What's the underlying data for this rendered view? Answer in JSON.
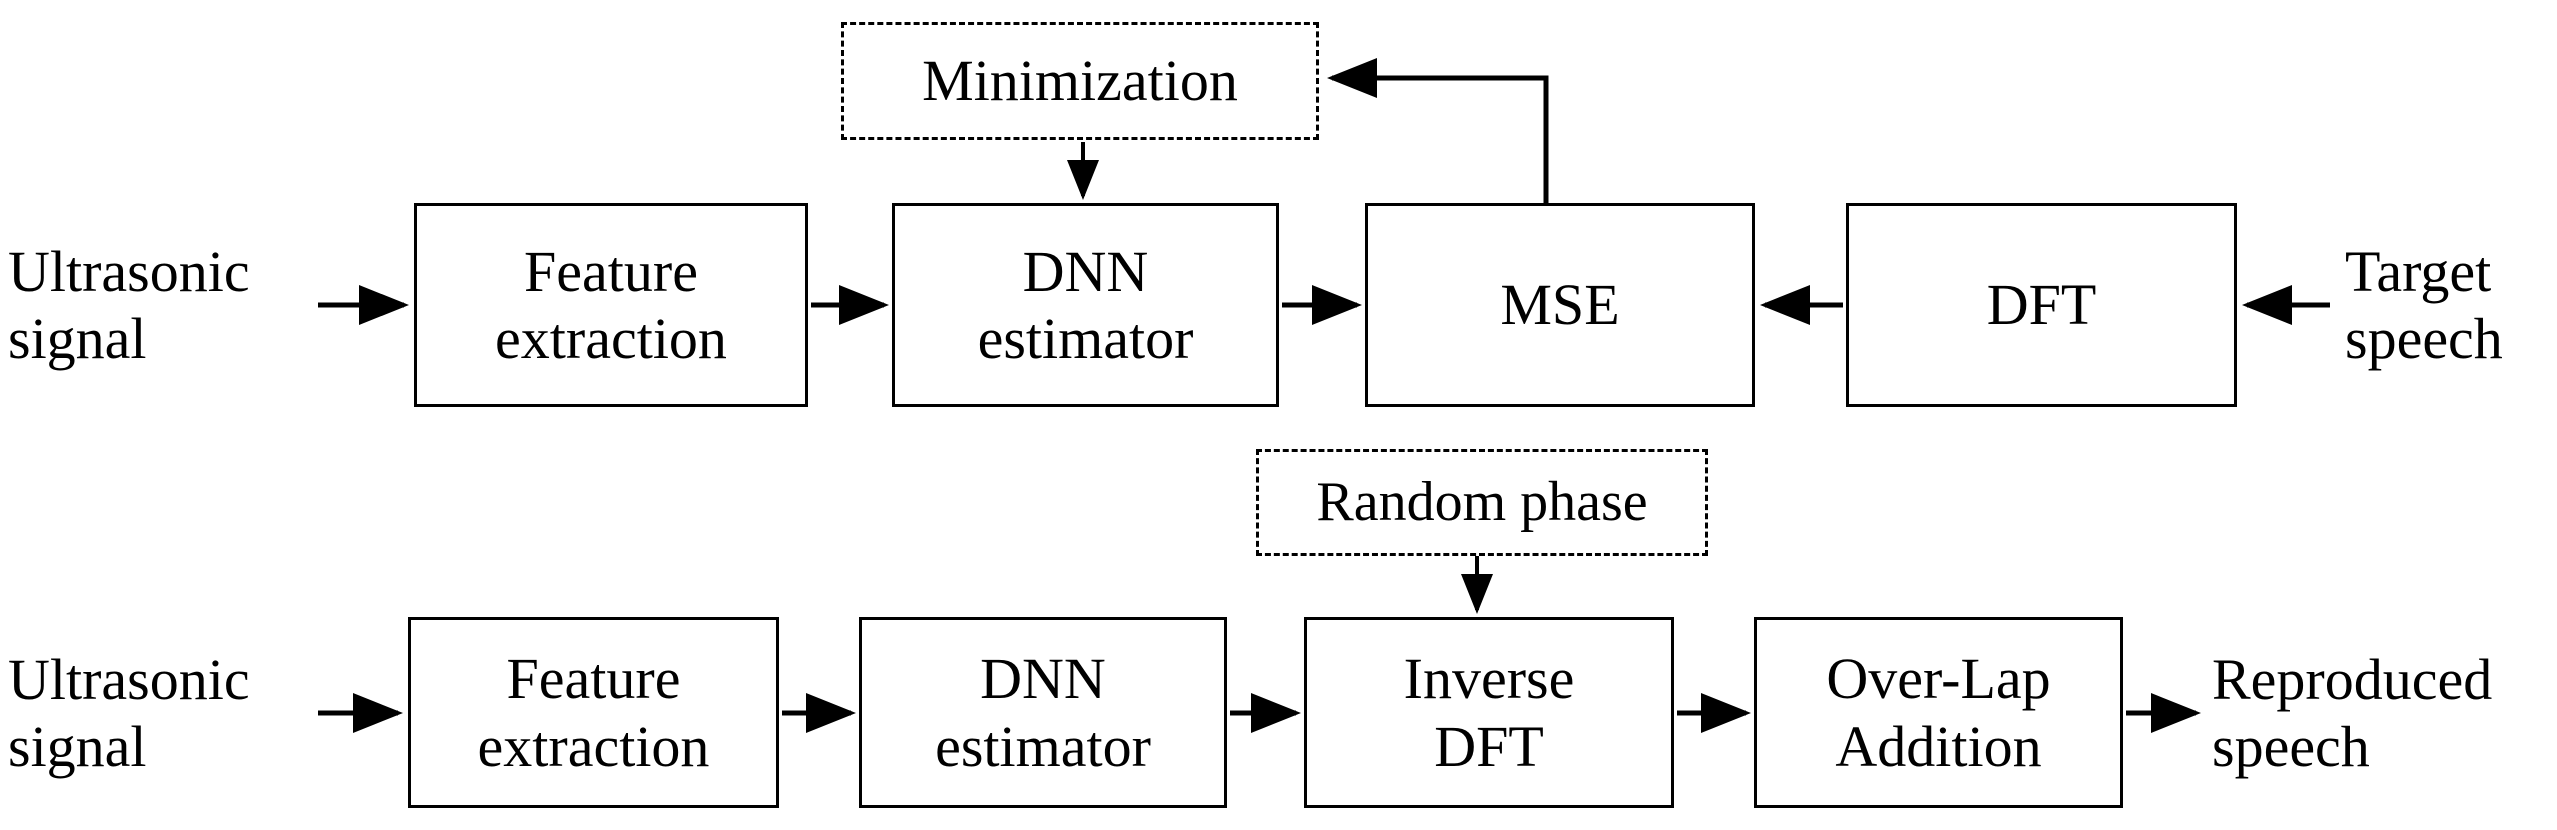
{
  "diagram": {
    "title": "DNN-based ultrasonic-to-speech block diagram",
    "stroke_color": "#000000",
    "background_color": "#ffffff",
    "rows": [
      {
        "name": "training-stage",
        "free_labels": [
          {
            "name": "input-label",
            "lines": [
              "Ultrasonic",
              "signal"
            ]
          },
          {
            "name": "target-label",
            "lines": [
              "Target",
              "speech"
            ]
          }
        ],
        "nodes": [
          {
            "name": "feature-extraction",
            "style": "solid",
            "lines": [
              "Feature",
              "extraction"
            ]
          },
          {
            "name": "dnn-estimator",
            "style": "solid",
            "lines": [
              "DNN",
              "estimator"
            ]
          },
          {
            "name": "mse",
            "style": "solid",
            "lines": [
              "MSE"
            ]
          },
          {
            "name": "dft",
            "style": "solid",
            "lines": [
              "DFT"
            ]
          },
          {
            "name": "minimization",
            "style": "dashed",
            "lines": [
              "Minimization"
            ]
          }
        ]
      },
      {
        "name": "synthesis-stage",
        "free_labels": [
          {
            "name": "input-label",
            "lines": [
              "Ultrasonic",
              "signal"
            ]
          },
          {
            "name": "output-label",
            "lines": [
              "Reproduced",
              "speech"
            ]
          }
        ],
        "nodes": [
          {
            "name": "feature-extraction",
            "style": "solid",
            "lines": [
              "Feature",
              "extraction"
            ]
          },
          {
            "name": "dnn-estimator",
            "style": "solid",
            "lines": [
              "DNN",
              "estimator"
            ]
          },
          {
            "name": "inverse-dft",
            "style": "solid",
            "lines": [
              "Inverse",
              "DFT"
            ]
          },
          {
            "name": "overlap-addition",
            "style": "solid",
            "lines": [
              "Over-Lap",
              "Addition"
            ]
          }
        ]
      }
    ],
    "connections": [
      {
        "name": "arrow-input-to-feature-top",
        "from": "ultrasonic-signal",
        "to": "feature-extraction-top"
      },
      {
        "name": "arrow-feature-to-dnn-top",
        "from": "feature-extraction-top",
        "to": "dnn-estimator-top"
      },
      {
        "name": "arrow-dnn-to-mse",
        "from": "dnn-estimator-top",
        "to": "mse"
      },
      {
        "name": "arrow-dft-to-mse",
        "from": "dft",
        "to": "mse"
      },
      {
        "name": "arrow-target-to-dft",
        "from": "target-speech",
        "to": "dft"
      },
      {
        "name": "arrow-mse-to-minimization",
        "from": "mse",
        "to": "minimization"
      },
      {
        "name": "arrow-minimization-to-dnn",
        "from": "minimization",
        "to": "dnn-estimator-top"
      },
      {
        "name": "arrow-input-to-feature-bottom",
        "from": "ultrasonic-signal",
        "to": "feature-extraction-bottom"
      },
      {
        "name": "arrow-feature-to-dnn-bottom",
        "from": "feature-extraction-bottom",
        "to": "dnn-estimator-bottom"
      },
      {
        "name": "arrow-dnn-to-inverse-dft",
        "from": "dnn-estimator-bottom",
        "to": "inverse-dft"
      },
      {
        "name": "arrow-random-phase-to-inverse-dft",
        "from": "random-phase",
        "to": "inverse-dft"
      },
      {
        "name": "arrow-inverse-dft-to-overlap",
        "from": "inverse-dft",
        "to": "overlap-addition"
      },
      {
        "name": "arrow-overlap-to-output",
        "from": "overlap-addition",
        "to": "reproduced-speech"
      }
    ],
    "extra_nodes": [
      {
        "name": "random-phase",
        "style": "dashed",
        "lines": [
          "Random phase"
        ]
      }
    ]
  }
}
